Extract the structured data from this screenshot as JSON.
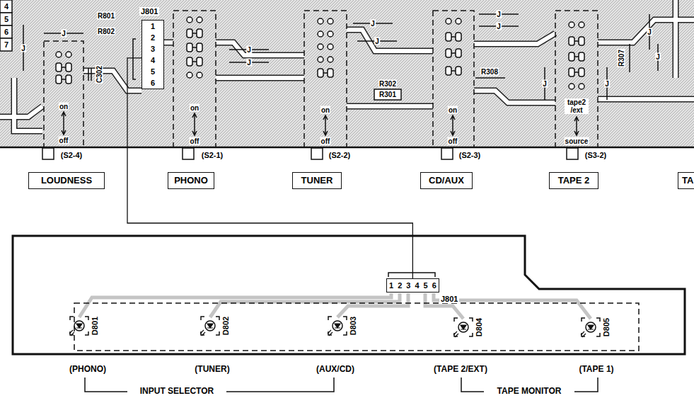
{
  "diagram": {
    "nodes": [
      {
        "text": [
          "J801",
          "1",
          "2",
          "3",
          "4",
          "5",
          "6"
        ]
      },
      {
        "text": [
          "LOUDNESS"
        ]
      },
      {
        "text": [
          "PHONO"
        ]
      },
      {
        "text": [
          "TUNER"
        ]
      },
      {
        "text": [
          "CD/AUX"
        ]
      },
      {
        "text": [
          "TAPE 2"
        ]
      },
      {
        "text": [
          "TA"
        ]
      },
      {
        "text": [
          "1",
          "2",
          "3",
          "4",
          "5",
          "6",
          "J801"
        ]
      }
    ],
    "edges": [
      {
        "from": 0,
        "to": 7,
        "arrow": "none"
      }
    ],
    "labels": [
      "4",
      "5",
      "6",
      "7",
      "J",
      "J",
      "R801",
      "R802",
      "C302",
      "on",
      "off",
      "on",
      "off",
      "J",
      "J",
      "on",
      "off",
      "J",
      "J",
      "R302",
      "R301",
      "R308",
      "J",
      "J",
      "on",
      "off",
      "R307",
      "tape2 /ext",
      "source",
      "J",
      "J",
      "J",
      "J",
      "(S2-4)",
      "(S2-1)",
      "(S2-2)",
      "(S2-3)",
      "(S3-2)",
      "D801",
      "D802",
      "D803",
      "D804",
      "D805",
      "(PHONO)",
      "(TUNER)",
      "(AUX/CD)",
      "(TAPE 2/EXT)",
      "(TAPE 1)",
      "INPUT SELECTOR",
      "TAPE MONITOR"
    ]
  }
}
